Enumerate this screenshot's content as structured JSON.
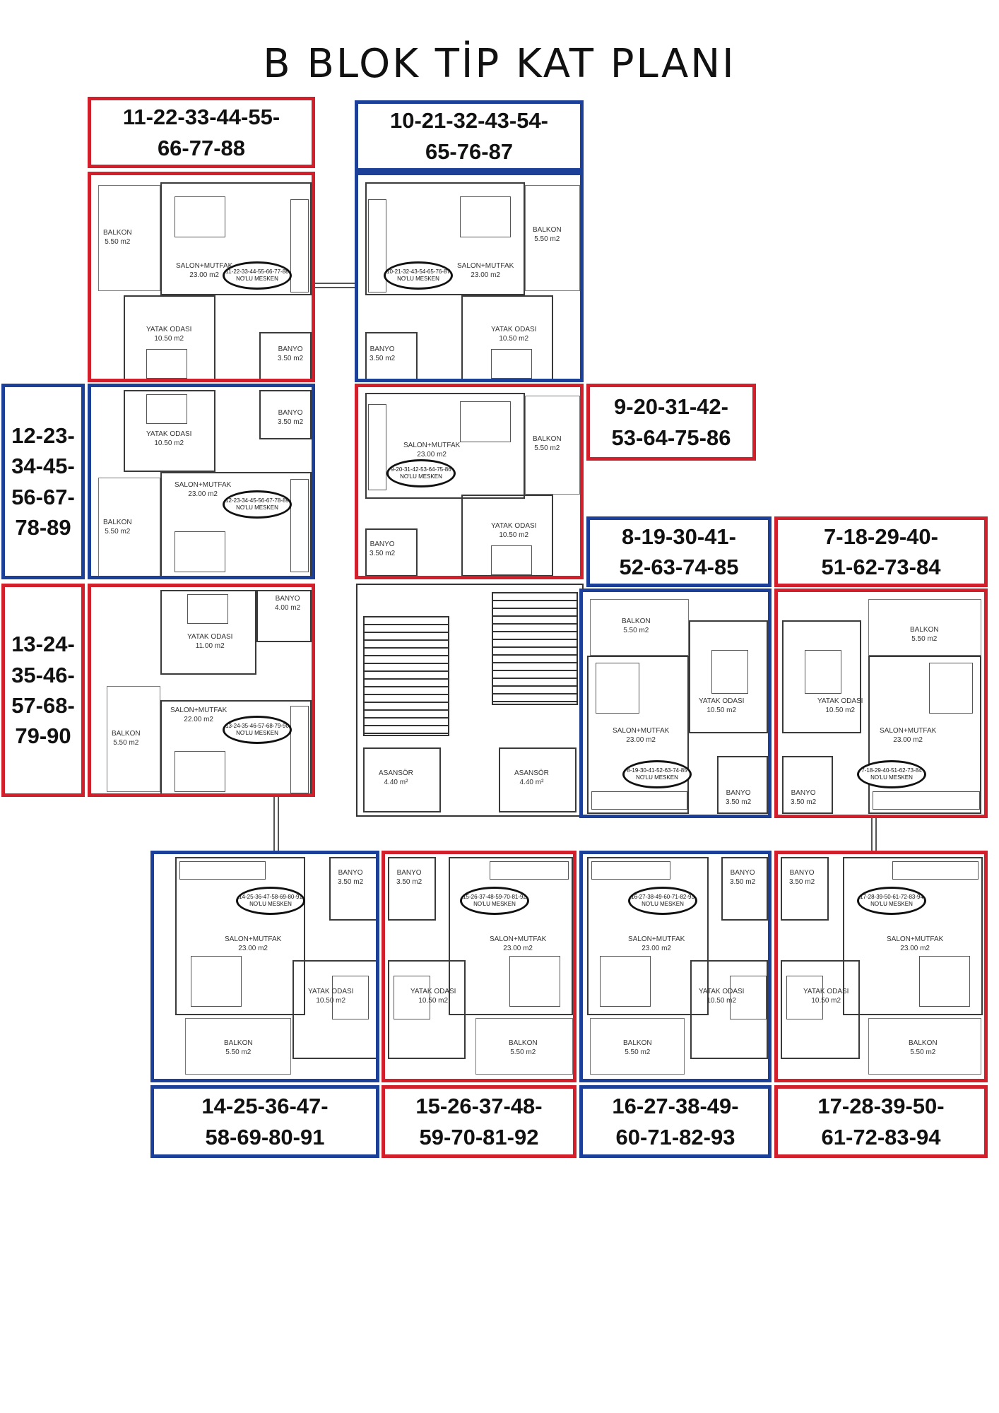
{
  "title": "B BLOK TİP KAT PLANI",
  "colors": {
    "red": "#d1202b",
    "blue": "#1c3f98"
  },
  "rooms": {
    "salon": "SALON+MUTFAK",
    "yatak": "YATAK ODASI",
    "banyo": "BANYO",
    "balkon": "BALKON",
    "area_salon": "23.00 m2",
    "area_salon_22": "22.00 m2",
    "area_yatak": "10.50 m2",
    "area_yatak_11": "11.00 m2",
    "area_banyo": "3.50 m2",
    "area_banyo_4": "4.00 m2",
    "area_balkon": "5.50 m2",
    "mesken": "NO'LU MESKEN"
  },
  "elevator": {
    "label": "ASANSÖR",
    "area": "4.40 m²"
  },
  "units": {
    "u11": {
      "numbers": "11-22-33-44-55-\n66-77-88",
      "code": "11-22-33-44-55-66-77-88"
    },
    "u10": {
      "numbers": "10-21-32-43-54-\n65-76-87",
      "code": "10-21-32-43-54-65-76-87"
    },
    "u12": {
      "numbers": "12-23-\n34-45-\n56-67-\n78-89",
      "code": "12-23-34-45-56-67-78-89"
    },
    "u9": {
      "numbers": "9-20-31-42-\n53-64-75-86",
      "code": "9-20-31-42-53-64-75-86"
    },
    "u13": {
      "numbers": "13-24-\n35-46-\n57-68-\n79-90",
      "code": "13-24-35-46-57-68-79-90"
    },
    "u8": {
      "numbers": "8-19-30-41-\n52-63-74-85",
      "code": "8-19-30-41-52-63-74-85"
    },
    "u7": {
      "numbers": "7-18-29-40-\n51-62-73-84",
      "code": "7-18-29-40-51-62-73-84"
    },
    "u14": {
      "numbers": "14-25-36-47-\n58-69-80-91",
      "code": "14-25-36-47-58-69-80-91"
    },
    "u15": {
      "numbers": "15-26-37-48-\n59-70-81-92",
      "code": "15-26-37-48-59-70-81-92"
    },
    "u16": {
      "numbers": "16-27-38-49-\n60-71-82-93",
      "code": "16-27-38-49-60-71-82-93"
    },
    "u17": {
      "numbers": "17-28-39-50-\n61-72-83-94",
      "code": "17-28-39-50-61-72-83-94"
    }
  }
}
